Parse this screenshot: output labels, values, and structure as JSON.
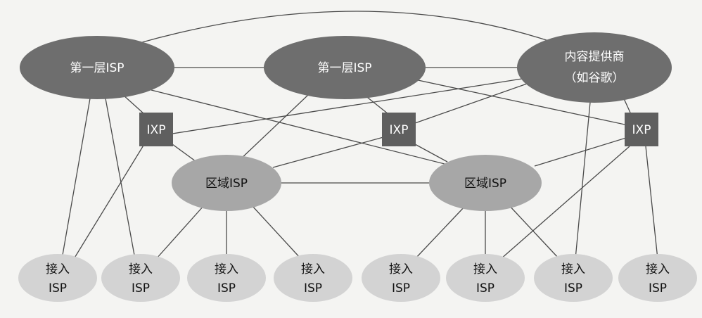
{
  "diagram": {
    "tier1_left": {
      "label": "第一层ISP"
    },
    "tier1_mid": {
      "label": "第一层ISP"
    },
    "content_provider": {
      "line1": "内容提供商",
      "line2": "（如谷歌）"
    },
    "ixps": [
      {
        "label": "IXP"
      },
      {
        "label": "IXP"
      },
      {
        "label": "IXP"
      }
    ],
    "regional": [
      {
        "label": "区域ISP"
      },
      {
        "label": "区域ISP"
      }
    ],
    "access": [
      {
        "line1": "接入",
        "line2": "ISP"
      },
      {
        "line1": "接入",
        "line2": "ISP"
      },
      {
        "line1": "接入",
        "line2": "ISP"
      },
      {
        "line1": "接入",
        "line2": "ISP"
      },
      {
        "line1": "接入",
        "line2": "ISP"
      },
      {
        "line1": "接入",
        "line2": "ISP"
      },
      {
        "line1": "接入",
        "line2": "ISP"
      },
      {
        "line1": "接入",
        "line2": "ISP"
      }
    ]
  }
}
